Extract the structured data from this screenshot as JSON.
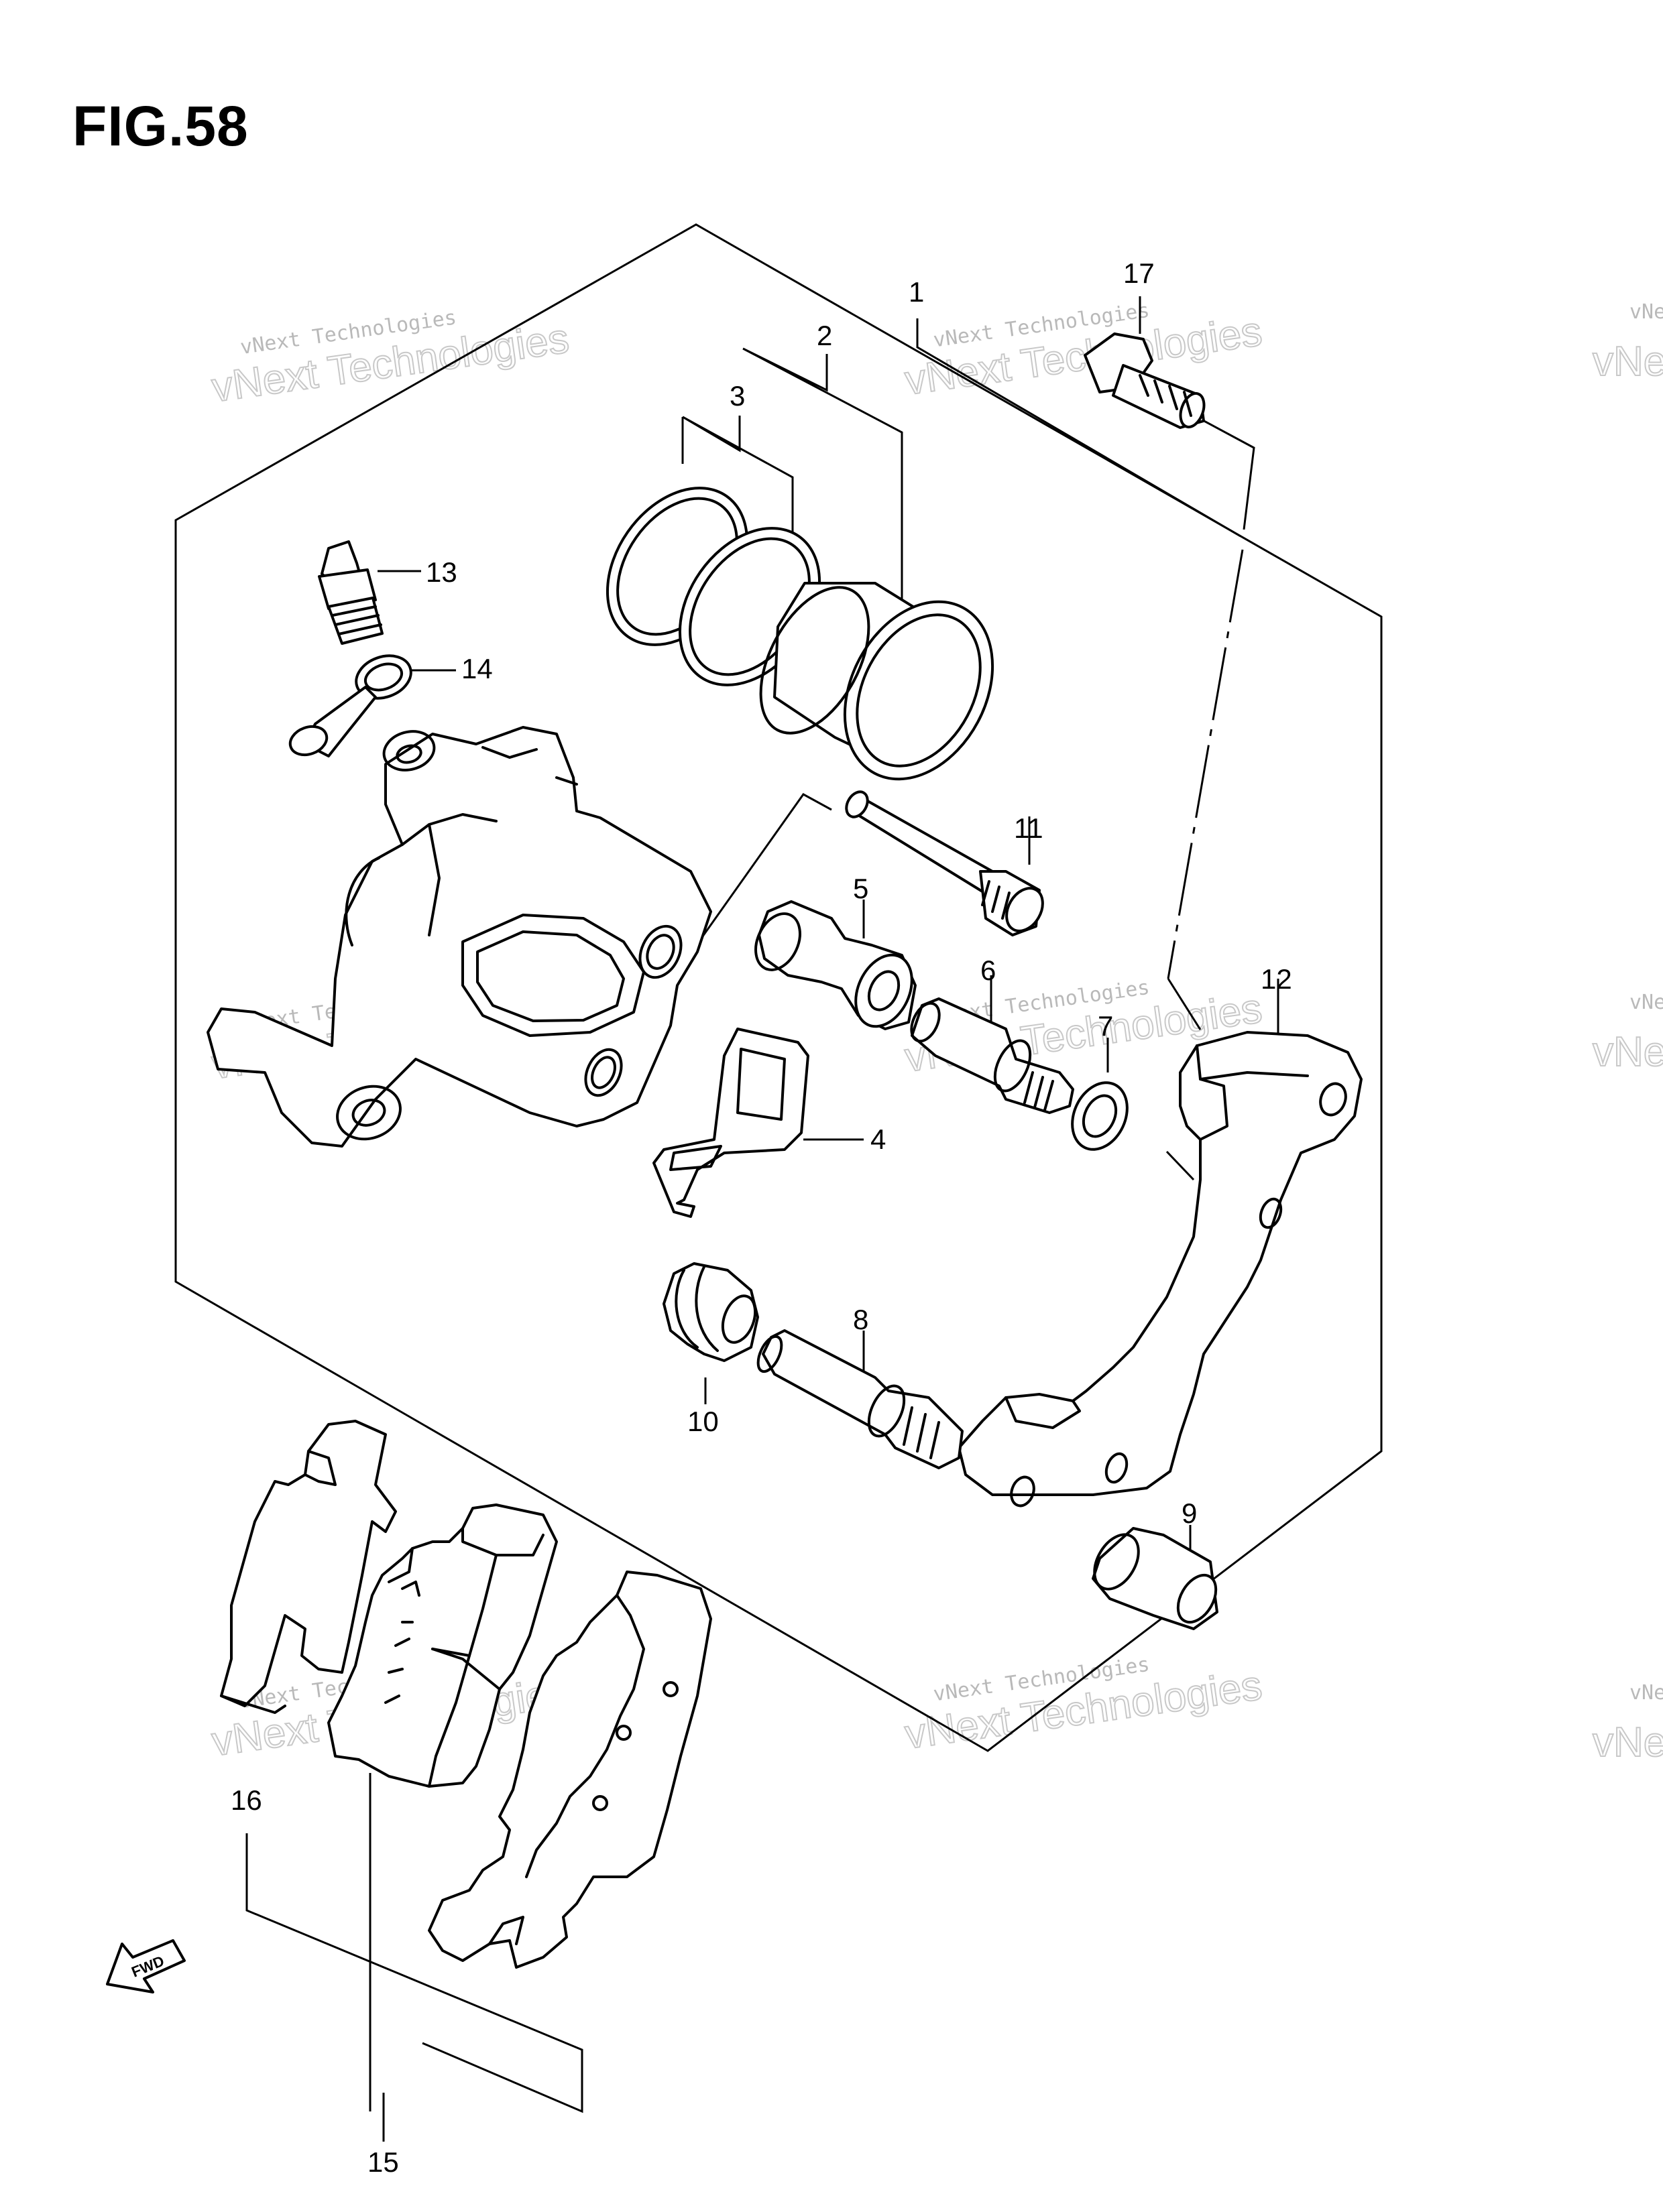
{
  "figure": {
    "title": "FIG.58"
  },
  "callouts": {
    "c1": "1",
    "c2": "2",
    "c3": "3",
    "c4": "4",
    "c5": "5",
    "c6": "6",
    "c7": "7",
    "c8": "8",
    "c9": "9",
    "c10": "10",
    "c11": "11",
    "c12": "12",
    "c13": "13",
    "c14": "14",
    "c15": "15",
    "c16": "16",
    "c17": "17"
  },
  "watermark": {
    "line1": "vNext Technologies",
    "line2": "vNext Technologies"
  },
  "badge": {
    "fwd": "FWD"
  }
}
